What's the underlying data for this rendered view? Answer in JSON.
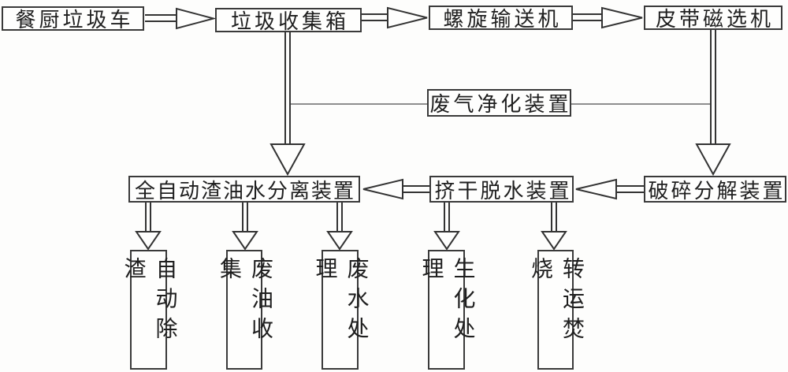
{
  "diagram": {
    "title_hint": "kitchen-waste treatment process flowchart",
    "ink_color": "#333333",
    "background_color": "#fdfdfc",
    "nodes": {
      "kitchen_waste_truck": "餐厨垃圾车",
      "garbage_collection_box": "垃圾收集箱",
      "screw_conveyor": "螺旋输送机",
      "belt_magnetic_separator": "皮带磁选机",
      "waste_gas_purifier": "废气净化装置",
      "auto_separator": "全自动渣油水分离装置",
      "squeeze_dewatering": "挤干脱水装置",
      "crushing_decomposition": "破碎分解装置",
      "auto_slag_removal": "自动除渣",
      "waste_oil_collection": "废油收集",
      "waste_water_treatment": "废水处理",
      "biochemical_treatment": "生化处理",
      "transfer_incineration": "转运焚烧"
    }
  }
}
